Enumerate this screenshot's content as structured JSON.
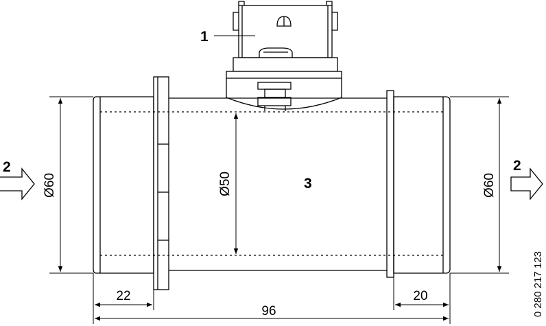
{
  "callouts": {
    "connector": "1",
    "flow_in": "2",
    "flow_out": "2",
    "body": "3"
  },
  "dimensions": {
    "inlet_diameter": "Ø60",
    "outlet_diameter": "Ø60",
    "bore_diameter": "Ø50",
    "inlet_length": "22",
    "outlet_length": "20",
    "overall_length": "96"
  },
  "part_number": "0 280 217 123"
}
